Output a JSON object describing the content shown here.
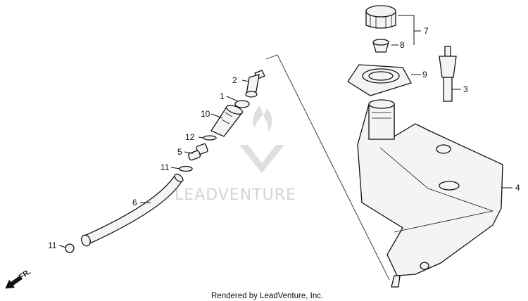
{
  "callouts": {
    "c1a": "1",
    "c2": "2",
    "c3": "3",
    "c4": "4",
    "c5": "5",
    "c6": "6",
    "c7": "7",
    "c8": "8",
    "c9": "9",
    "c10": "10",
    "c11a": "11",
    "c11b": "11",
    "c12": "12"
  },
  "front_marker": "FR.",
  "watermark": "LEADVENTURE",
  "credit": "Rendered by LeadVenture, Inc.",
  "colors": {
    "line": "#111111",
    "watermark": "#d4d4d4",
    "background": "#ffffff"
  }
}
